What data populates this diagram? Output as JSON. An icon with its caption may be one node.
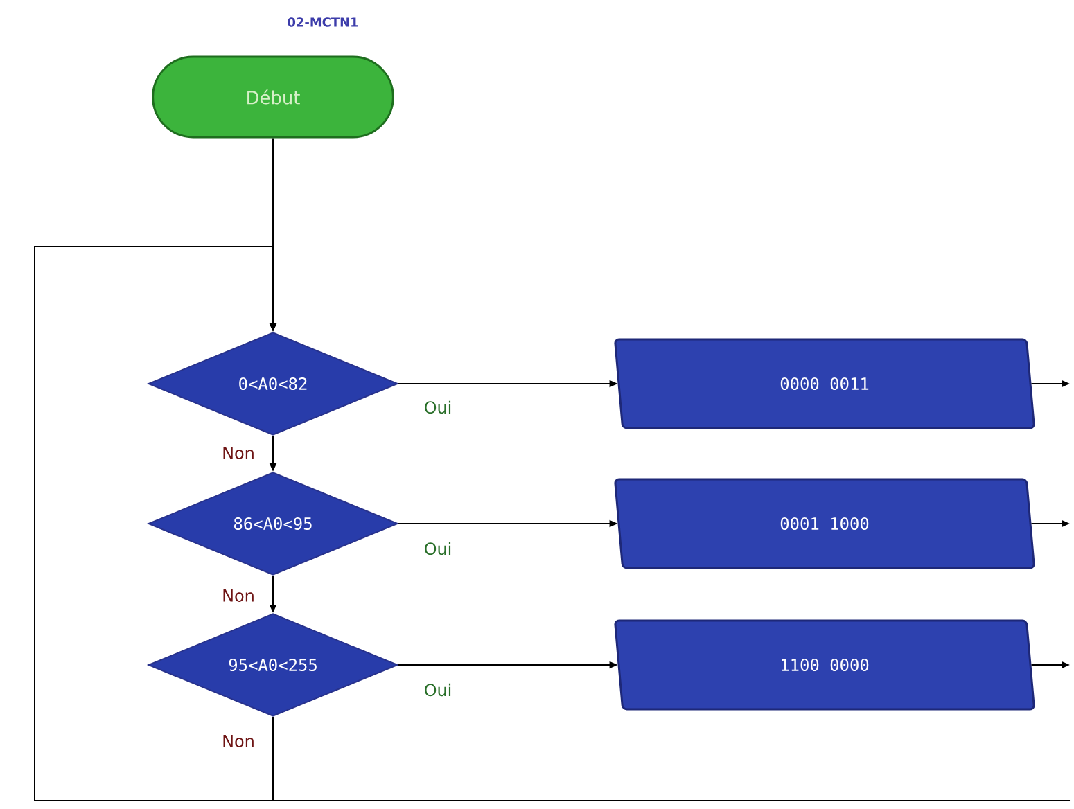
{
  "diagram": {
    "title": "02-MCTN1",
    "nodes": [
      {
        "text": [
          "Début"
        ]
      },
      {
        "text": [
          "0<A0<82"
        ]
      },
      {
        "text": [
          "86<A0<95"
        ]
      },
      {
        "text": [
          "95<A0<255"
        ]
      },
      {
        "text": [
          "0000 0011"
        ]
      },
      {
        "text": [
          "0001 1000"
        ]
      },
      {
        "text": [
          "1100 0000"
        ]
      }
    ],
    "edges": [
      {
        "from": 0,
        "to": 1,
        "arrow": "to"
      },
      {
        "from": 1,
        "to": 4,
        "arrow": "to",
        "label": "Oui"
      },
      {
        "from": 1,
        "to": 2,
        "arrow": "to",
        "label": "Non"
      },
      {
        "from": 2,
        "to": 5,
        "arrow": "to",
        "label": "Oui"
      },
      {
        "from": 2,
        "to": 3,
        "arrow": "to",
        "label": "Non"
      },
      {
        "from": 3,
        "to": 6,
        "arrow": "to",
        "label": "Oui"
      },
      {
        "from": 3,
        "to": 1,
        "arrow": "to",
        "label": "Non"
      },
      {
        "from": 4,
        "to": null,
        "arrow": "to"
      },
      {
        "from": 5,
        "to": null,
        "arrow": "to"
      },
      {
        "from": 6,
        "to": null,
        "arrow": "to"
      },
      {
        "from": null,
        "to": 1,
        "arrow": "to"
      }
    ]
  }
}
